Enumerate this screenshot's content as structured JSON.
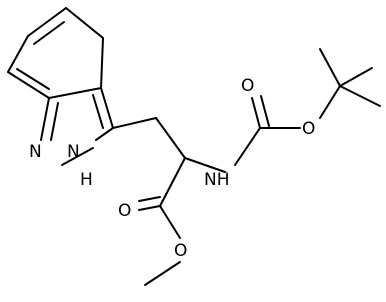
{
  "molecule": {
    "atoms": {
      "n1": "N",
      "n2": "N",
      "n2_h": "H",
      "nh": "NH",
      "carbamate_o_carbonyl": "O",
      "carbamate_o_ester": "O",
      "ester_o_carbonyl": "O",
      "ester_o_methoxy": "O"
    }
  }
}
